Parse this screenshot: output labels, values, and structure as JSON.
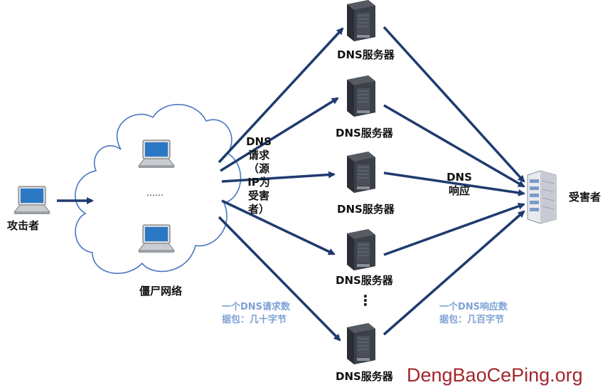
{
  "attacker_label": "攻击者",
  "botnet_label": "僵尸网络",
  "botnet_ellipsis": "……",
  "server_label": "DNS服务器",
  "request_label_lines": [
    "DNS",
    "请求",
    "（源",
    "IP为",
    "受害",
    "者）"
  ],
  "response_label_lines": [
    "DNS",
    "响应"
  ],
  "victim_label": "受害者",
  "request_packet_note_lines": [
    "一个DNS请求数",
    "据包：几十字节"
  ],
  "response_packet_note_lines": [
    "一个DNS响应数",
    "据包：几百字节"
  ],
  "vertical_ellipsis": "⋮",
  "watermark": "DengBaoCePing.org",
  "colors": {
    "arrow": "#1f3b6e",
    "cloud_stroke": "#4a78c2",
    "note": "#7ea1d6",
    "watermark": "#a3262a"
  },
  "icons": [
    "laptop-icon",
    "cloud-icon",
    "server-tower-icon",
    "server-rack-icon"
  ]
}
